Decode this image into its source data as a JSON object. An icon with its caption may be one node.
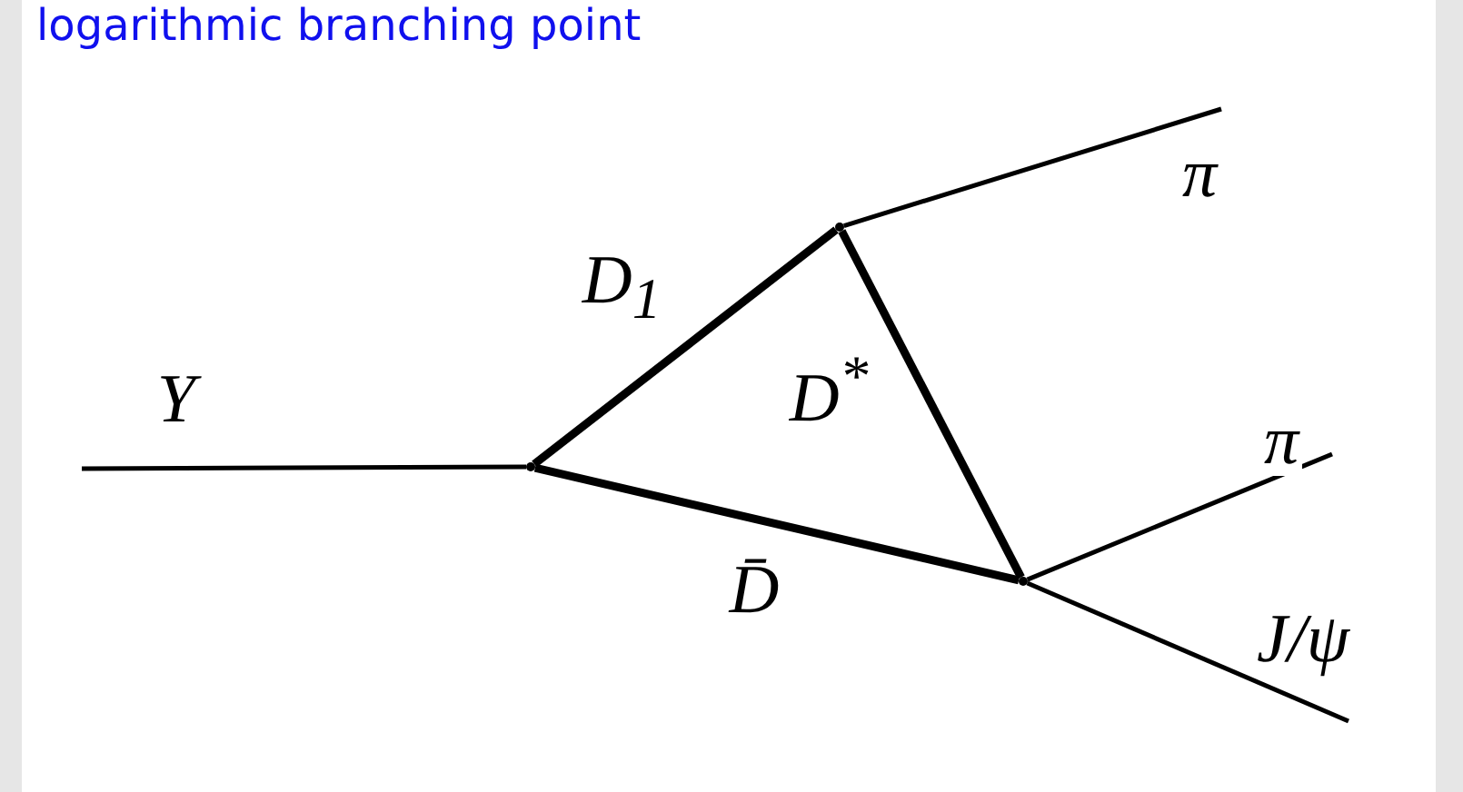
{
  "diagram": {
    "title": "logarithmic branching point",
    "nodes": [
      {
        "text": [],
        "shape": "dot"
      },
      {
        "text": [],
        "shape": "dot"
      },
      {
        "text": [],
        "shape": "dot"
      }
    ],
    "edges": [
      {
        "from": null,
        "to": 0,
        "arrow": "none",
        "label": "Y"
      },
      {
        "from": 0,
        "to": 1,
        "arrow": "none",
        "label": "D$_{1}$",
        "style": "thick"
      },
      {
        "from": 1,
        "to": 2,
        "arrow": "none",
        "label": "D$^{*}$",
        "style": "thick"
      },
      {
        "from": 0,
        "to": 2,
        "arrow": "none",
        "label": "D̄",
        "style": "thick"
      },
      {
        "from": 1,
        "to": null,
        "arrow": "none",
        "label": "π"
      },
      {
        "from": 2,
        "to": null,
        "arrow": "none",
        "label": "π"
      },
      {
        "from": 2,
        "to": null,
        "arrow": "none",
        "label": "J/ψ"
      }
    ]
  }
}
